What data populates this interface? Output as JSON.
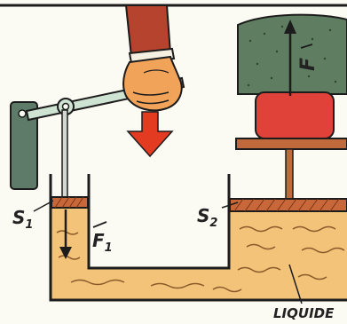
{
  "labels": {
    "s1_main": "S",
    "s1_sub": "1",
    "s2_main": "S",
    "s2_sub": "2",
    "f1_main": "F",
    "f1_sub": "1",
    "f_load": "F",
    "liquid": "LIQUIDE"
  },
  "colors": {
    "outline": "#1c1c1c",
    "liquid": "#f3c37a",
    "liquid_wave": "#8a5a2a",
    "piston": "#c8683a",
    "arrow_red": "#e23b22",
    "load_block": "#5f7d60",
    "red_block": "#e0423a",
    "lever_post": "#5e7a68",
    "shelf": "#c06a3c",
    "skin": "#f2a35a",
    "sleeve": "#b5432e"
  },
  "icons": {
    "hand": "hand-pushing-down-icon",
    "down_arrow": "red-down-arrow-icon"
  }
}
